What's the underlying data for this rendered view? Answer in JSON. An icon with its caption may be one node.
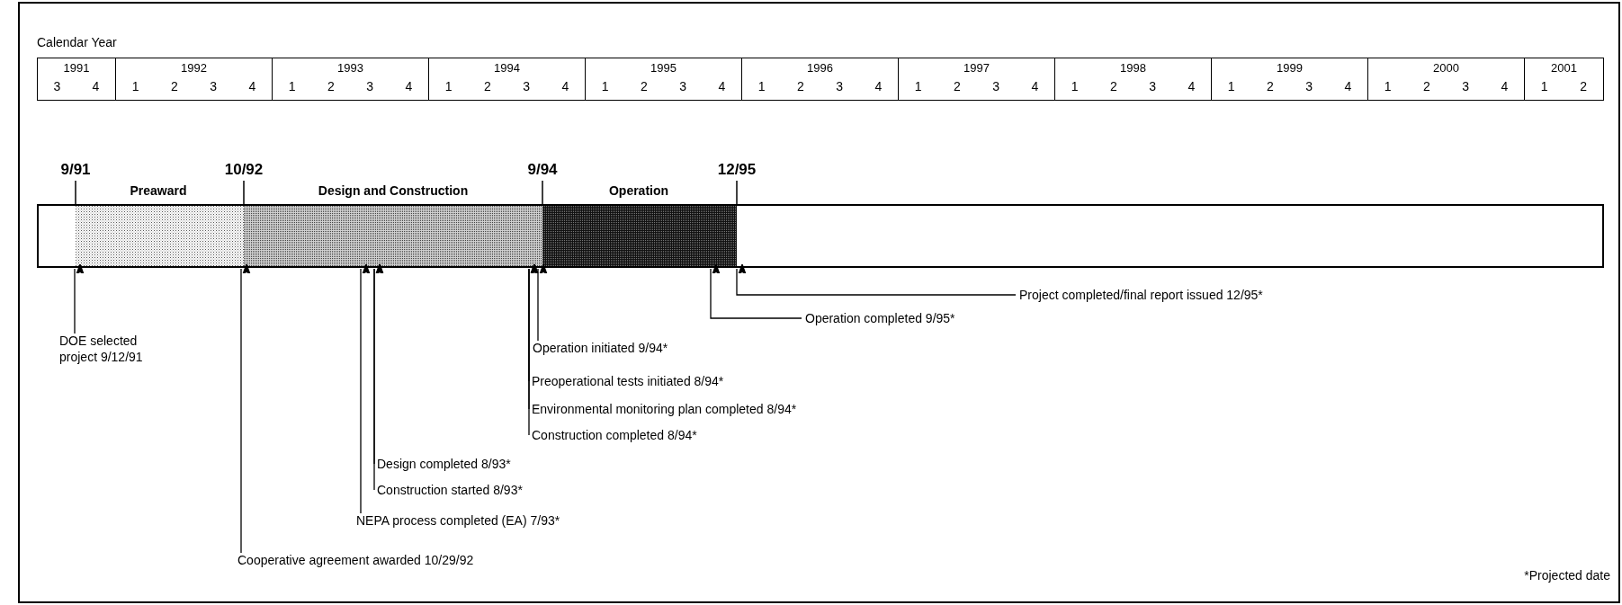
{
  "diagram": {
    "nodes": [
      {
        "text": [],
        "shape": "box"
      },
      {
        "text": [
          "Project completed/final report issued 12/95*"
        ]
      },
      {
        "text": [
          "Operation completed 9/95*"
        ]
      },
      {
        "text": [
          "Operation initiated 9/94*"
        ]
      },
      {
        "text": [
          "DOE selected project 9/12/91"
        ]
      },
      {
        "text": [
          "Preoperational tests initiated 8/94*"
        ]
      },
      {
        "text": [
          "Environmental monitoring plan completed 8/94*"
        ]
      },
      {
        "text": [
          "Construction completed 8/94*"
        ]
      },
      {
        "text": [
          "Design completed 8/93*"
        ]
      },
      {
        "text": [
          "Construction started 8/93*"
        ]
      },
      {
        "text": [
          "NEPA process completed (EA) 7/93*"
        ]
      },
      {
        "text": [
          "Cooperative agreement awarded 10/29/92"
        ]
      },
      {
        "text": [],
        "shape": "bar",
        "in": 0,
        "beside": [
          "Preaward"
        ]
      },
      {
        "text": [],
        "shape": "bar",
        "in": 0,
        "beside": [
          "Design and Construction"
        ]
      },
      {
        "text": [],
        "shape": "bar",
        "in": 0,
        "beside": [
          "Operation"
        ]
      }
    ],
    "edges": [
      {
        "from": 1,
        "to": 0,
        "arrow": "to"
      },
      {
        "from": 2,
        "to": 0,
        "arrow": "to"
      },
      {
        "from": 3,
        "to": 0,
        "arrow": "to"
      },
      {
        "from": 4,
        "to": 0,
        "arrow": "to"
      },
      {
        "from": 5,
        "to": 0,
        "arrow": "to"
      },
      {
        "from": 6,
        "to": 0,
        "arrow": "to"
      },
      {
        "from": 7,
        "to": 0,
        "arrow": "to"
      },
      {
        "from": 8,
        "to": 0,
        "arrow": "to"
      },
      {
        "from": 9,
        "to": 0,
        "arrow": "to"
      },
      {
        "from": 10,
        "to": 0,
        "arrow": "to"
      },
      {
        "from": 11,
        "to": 0,
        "arrow": "to"
      }
    ],
    "labels": [
      "Calendar Year",
      "1991",
      "1992",
      "1993",
      "1994",
      "1995",
      "1996",
      "1997",
      "1998",
      "1999",
      "2000",
      "2001",
      "3",
      "4",
      "1",
      "2",
      "3",
      "4",
      "1",
      "2",
      "3",
      "4",
      "1",
      "2",
      "3",
      "4",
      "1",
      "2",
      "3",
      "4",
      "1",
      "2",
      "3",
      "4",
      "1",
      "2",
      "3",
      "4",
      "1",
      "2",
      "3",
      "4",
      "1",
      "2",
      "3",
      "4",
      "1",
      "2",
      "3",
      "4",
      "1",
      "2",
      "9/91",
      "10/92",
      "9/94",
      "12/95",
      "*Projected date"
    ]
  }
}
